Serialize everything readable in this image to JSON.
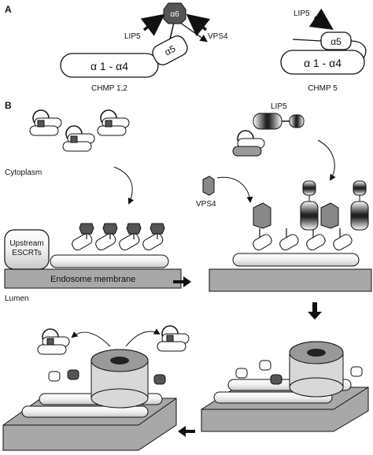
{
  "panel_a": {
    "label": "A",
    "chmp12": {
      "alpha_body": "α 1 - α4",
      "alpha5": "α5",
      "alpha6": "α6",
      "lip5": "LIP5",
      "vps4": "VPS4",
      "name": "CHMP 1,2"
    },
    "chmp5": {
      "lip5": "LIP5",
      "alpha5": "α5",
      "alpha_body": "α 1 - α4",
      "name": "CHMP 5"
    }
  },
  "panel_b": {
    "label": "B",
    "lip5": "LIP5",
    "cytoplasm": "Cytoplasm",
    "vps4": "VPS4",
    "upstream": [
      "Upstream",
      "ESCRTs"
    ],
    "membrane": "Endosome membrane",
    "lumen": "Lumen"
  },
  "colors": {
    "dark": "#4a4a4a",
    "mid": "#9a9a9a",
    "light": "#e6e6e6",
    "membrane": "#a8a8a8"
  }
}
